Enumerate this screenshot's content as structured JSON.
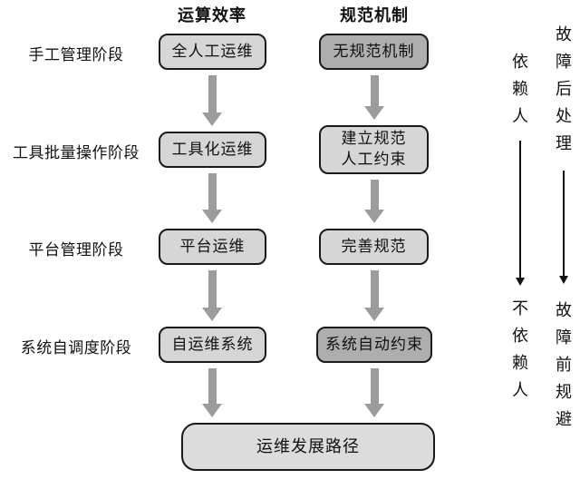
{
  "headers": {
    "efficiency": "运算效率",
    "mechanism": "规范机制"
  },
  "stages": [
    {
      "label": "手工管理阶段",
      "efficiency_box": "全人工运维",
      "mechanism_box": "无规范机制"
    },
    {
      "label": "工具批量操作阶段",
      "efficiency_box": "工具化运维",
      "mechanism_box": "建立规范\n人工约束"
    },
    {
      "label": "平台管理阶段",
      "efficiency_box": "平台运维",
      "mechanism_box": "完善规范"
    },
    {
      "label": "系统自调度阶段",
      "efficiency_box": "自运维系统",
      "mechanism_box": "系统自动约束"
    }
  ],
  "result_box": "运维发展路径",
  "right_axes": [
    {
      "from": "依赖人",
      "to": "不依赖人"
    },
    {
      "from": "故障后处理",
      "to": "故障前规避"
    }
  ],
  "colors": {
    "box_light": "#d6d6d6",
    "box_dark": "#aeaeae",
    "arrow": "#9c9c9c",
    "border": "#1a1a1a"
  }
}
